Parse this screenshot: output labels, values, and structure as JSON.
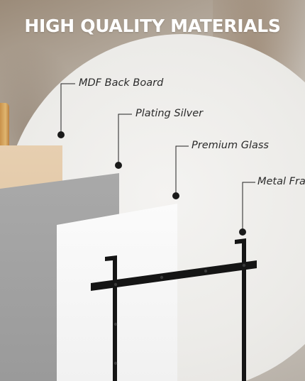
{
  "header": {
    "title": "HIGH QUALITY MATERIALS"
  },
  "callouts": [
    {
      "label": "MDF Back Board"
    },
    {
      "label": "Plating Silver"
    },
    {
      "label": "Premium Glass"
    },
    {
      "label": "Metal Fra"
    }
  ],
  "colors": {
    "title_text": "#ffffff",
    "label_text": "#2b2b2b",
    "leader_line": "#222222",
    "frame": "#151515",
    "mdf_board": "#e2c8a6",
    "plating_silver": "#a3a3a3",
    "glass_panel": "#f6f6f6"
  }
}
